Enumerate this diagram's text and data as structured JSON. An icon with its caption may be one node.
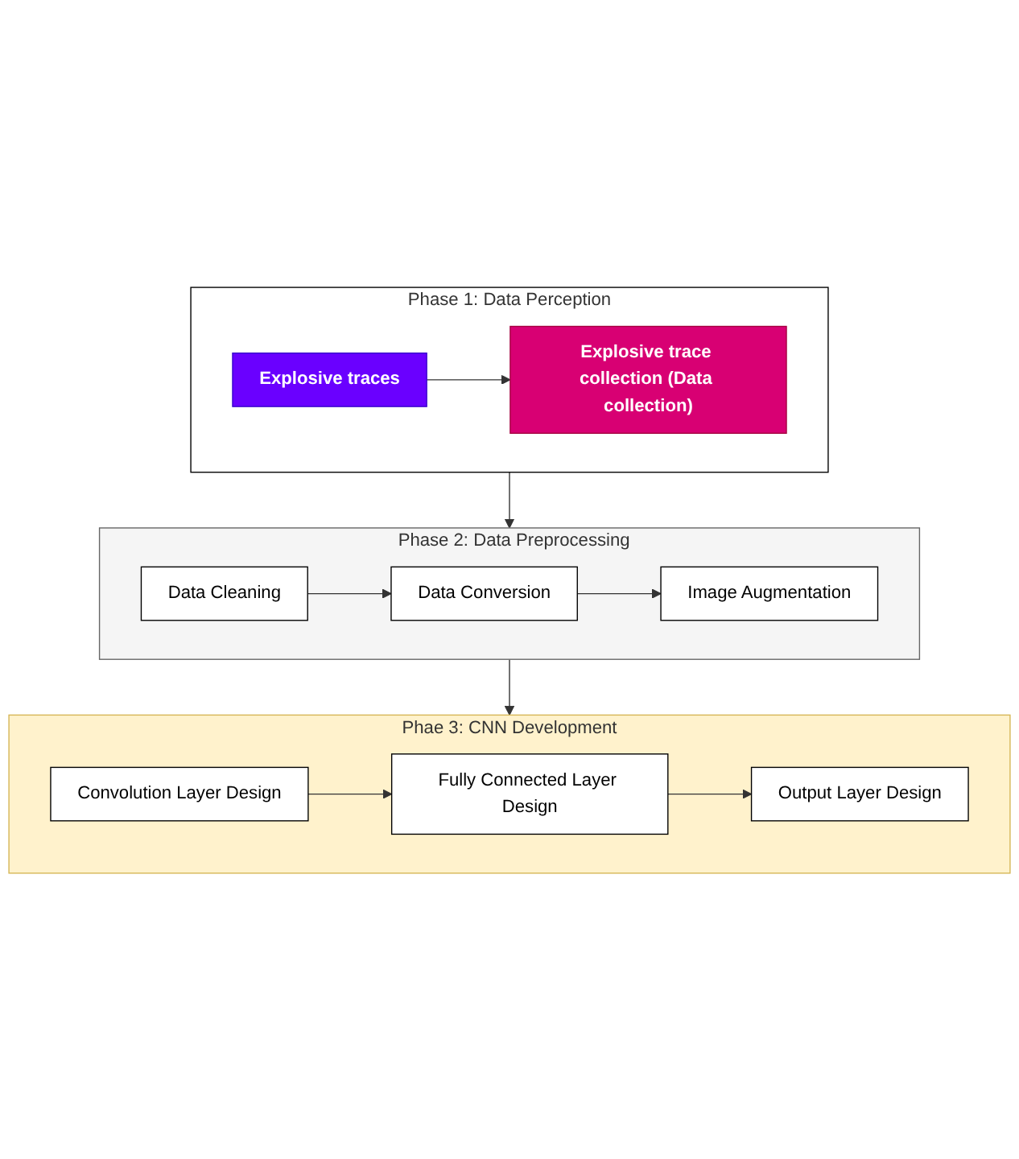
{
  "diagram": {
    "nodes": [
      {
        "text": [
          "Phase 1: Data Perception"
        ]
      },
      {
        "text": [
          "Explosive traces"
        ],
        "in": 0
      },
      {
        "text": [
          "Explosive trace collection (Data collection)"
        ],
        "in": 0
      },
      {
        "text": [
          "Phase 2: Data Preprocessing"
        ]
      },
      {
        "text": [
          "Data Cleaning"
        ],
        "in": 3
      },
      {
        "text": [
          "Data Conversion"
        ],
        "in": 3
      },
      {
        "text": [
          "Image Augmentation"
        ],
        "in": 3
      },
      {
        "text": [
          "Phae 3: CNN Development"
        ]
      },
      {
        "text": [
          "Convolution Layer Design"
        ],
        "in": 7
      },
      {
        "text": [
          "Fully Connected Layer Design"
        ],
        "in": 7
      },
      {
        "text": [
          "Output Layer Design"
        ],
        "in": 7
      }
    ],
    "edges": [
      {
        "from": 1,
        "to": 2,
        "arrow": "to"
      },
      {
        "from": 0,
        "to": 3,
        "arrow": "to"
      },
      {
        "from": 4,
        "to": 5,
        "arrow": "to"
      },
      {
        "from": 5,
        "to": 6,
        "arrow": "to"
      },
      {
        "from": 3,
        "to": 7,
        "arrow": "to"
      },
      {
        "from": 8,
        "to": 9,
        "arrow": "to"
      },
      {
        "from": 9,
        "to": 10,
        "arrow": "to"
      }
    ]
  }
}
